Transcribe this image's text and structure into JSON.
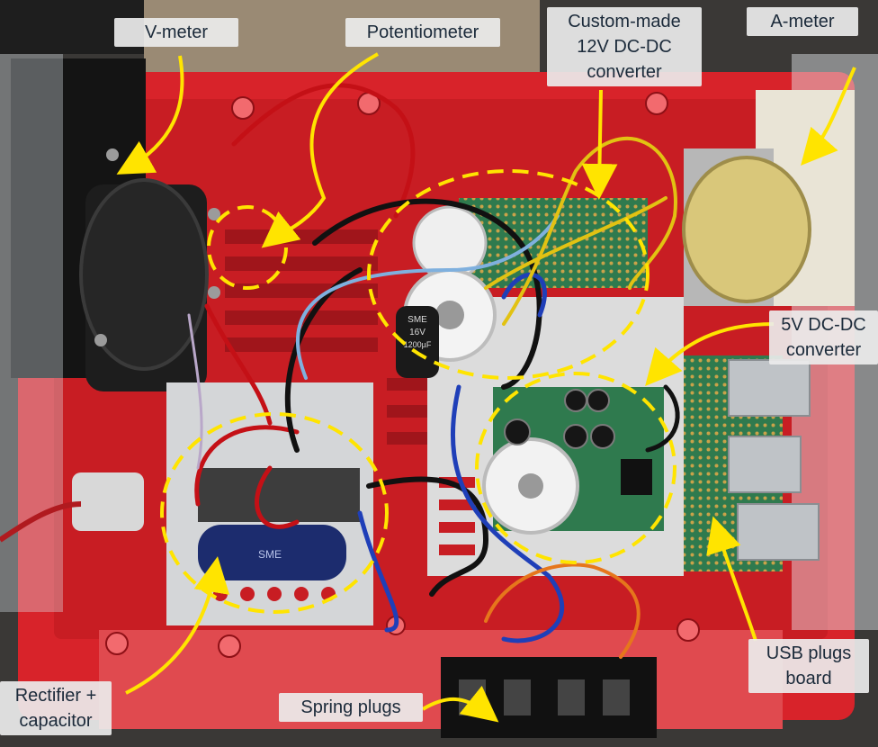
{
  "labels": {
    "vmeter": "V-meter",
    "potentiometer": "Potentiometer",
    "dcdc12": {
      "line1": "Custom-made",
      "line2": "12V DC-DC",
      "line3": "converter"
    },
    "ameter": "A-meter",
    "dcdc5": {
      "line1": "5V DC-DC",
      "line2": "converter"
    },
    "rectifier": {
      "line1": "Rectifier +",
      "line2": "capacitor"
    },
    "spring": "Spring plugs",
    "usb": {
      "line1": "USB plugs",
      "line2": "board"
    }
  },
  "capacitor_print": {
    "large": "SME",
    "small1": "SME",
    "small2": "16V",
    "small3": "1200µF"
  },
  "colors": {
    "case_red": "#d8232a",
    "highlight_yellow": "#ffe400",
    "board_green": "#2f7a4e",
    "label_bg": "#ebebeb"
  }
}
